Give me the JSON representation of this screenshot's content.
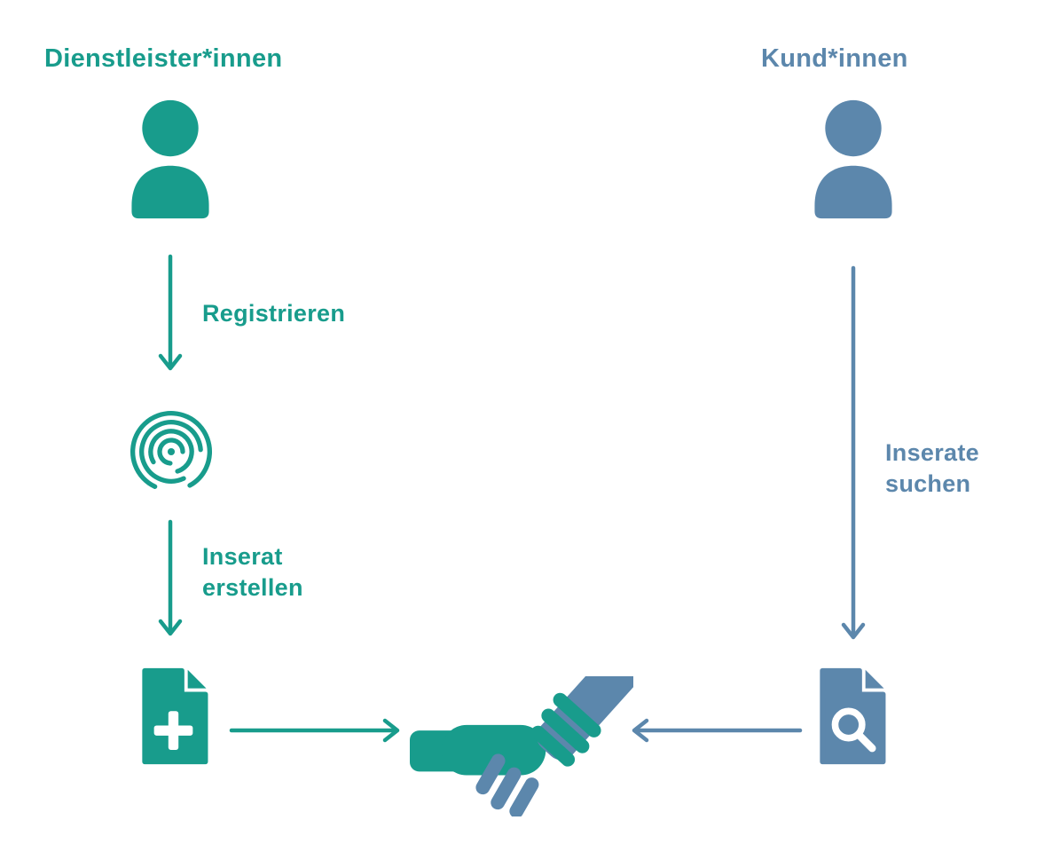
{
  "colors": {
    "teal": "#189C8C",
    "blue": "#5C87AC",
    "background": "#FFFFFF"
  },
  "provider": {
    "title": "Dienstleister*innen",
    "person_icon": "person-icon",
    "step1_label": "Registrieren",
    "step1_icon": "fingerprint-icon",
    "step2_label": "Inserat\nerstellen",
    "step2_icon": "document-add-icon"
  },
  "customer": {
    "title": "Kund*innen",
    "person_icon": "person-icon",
    "step1_label": "Inserate\nsuchen",
    "step1_icon": "document-search-icon"
  },
  "center": {
    "icon": "handshake-icon"
  }
}
